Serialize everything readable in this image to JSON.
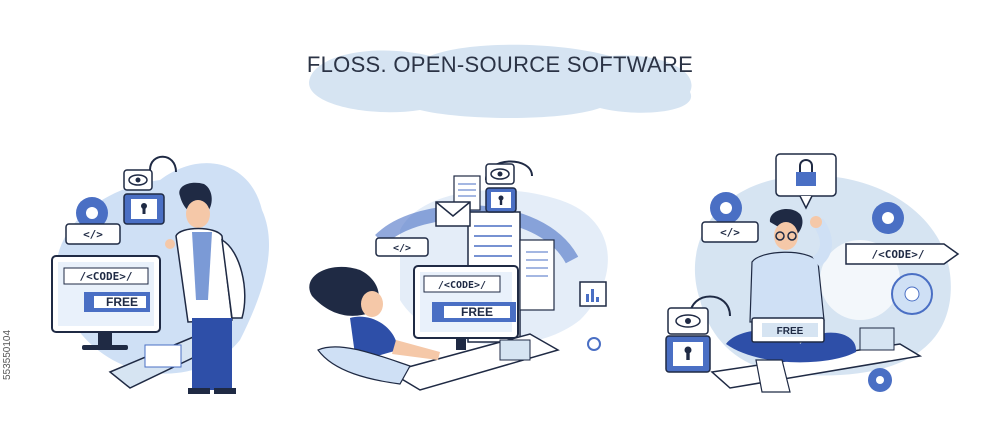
{
  "title": "FLOSS. OPEN-SOURCE SOFTWARE",
  "code_tag": "</>",
  "code_label": "/<CODE>/",
  "free_label": "FREE",
  "stock_id": "553550104",
  "colors": {
    "accent": "#4a6fc4",
    "light_blue": "#cfe0f5",
    "dark_navy": "#1f2a44",
    "blob": "#d6e4f2"
  },
  "icons": [
    "eye-icon",
    "keyhole-icon",
    "lock-icon",
    "gear-icon",
    "envelope-icon",
    "chart-icon",
    "code-tag-icon"
  ]
}
